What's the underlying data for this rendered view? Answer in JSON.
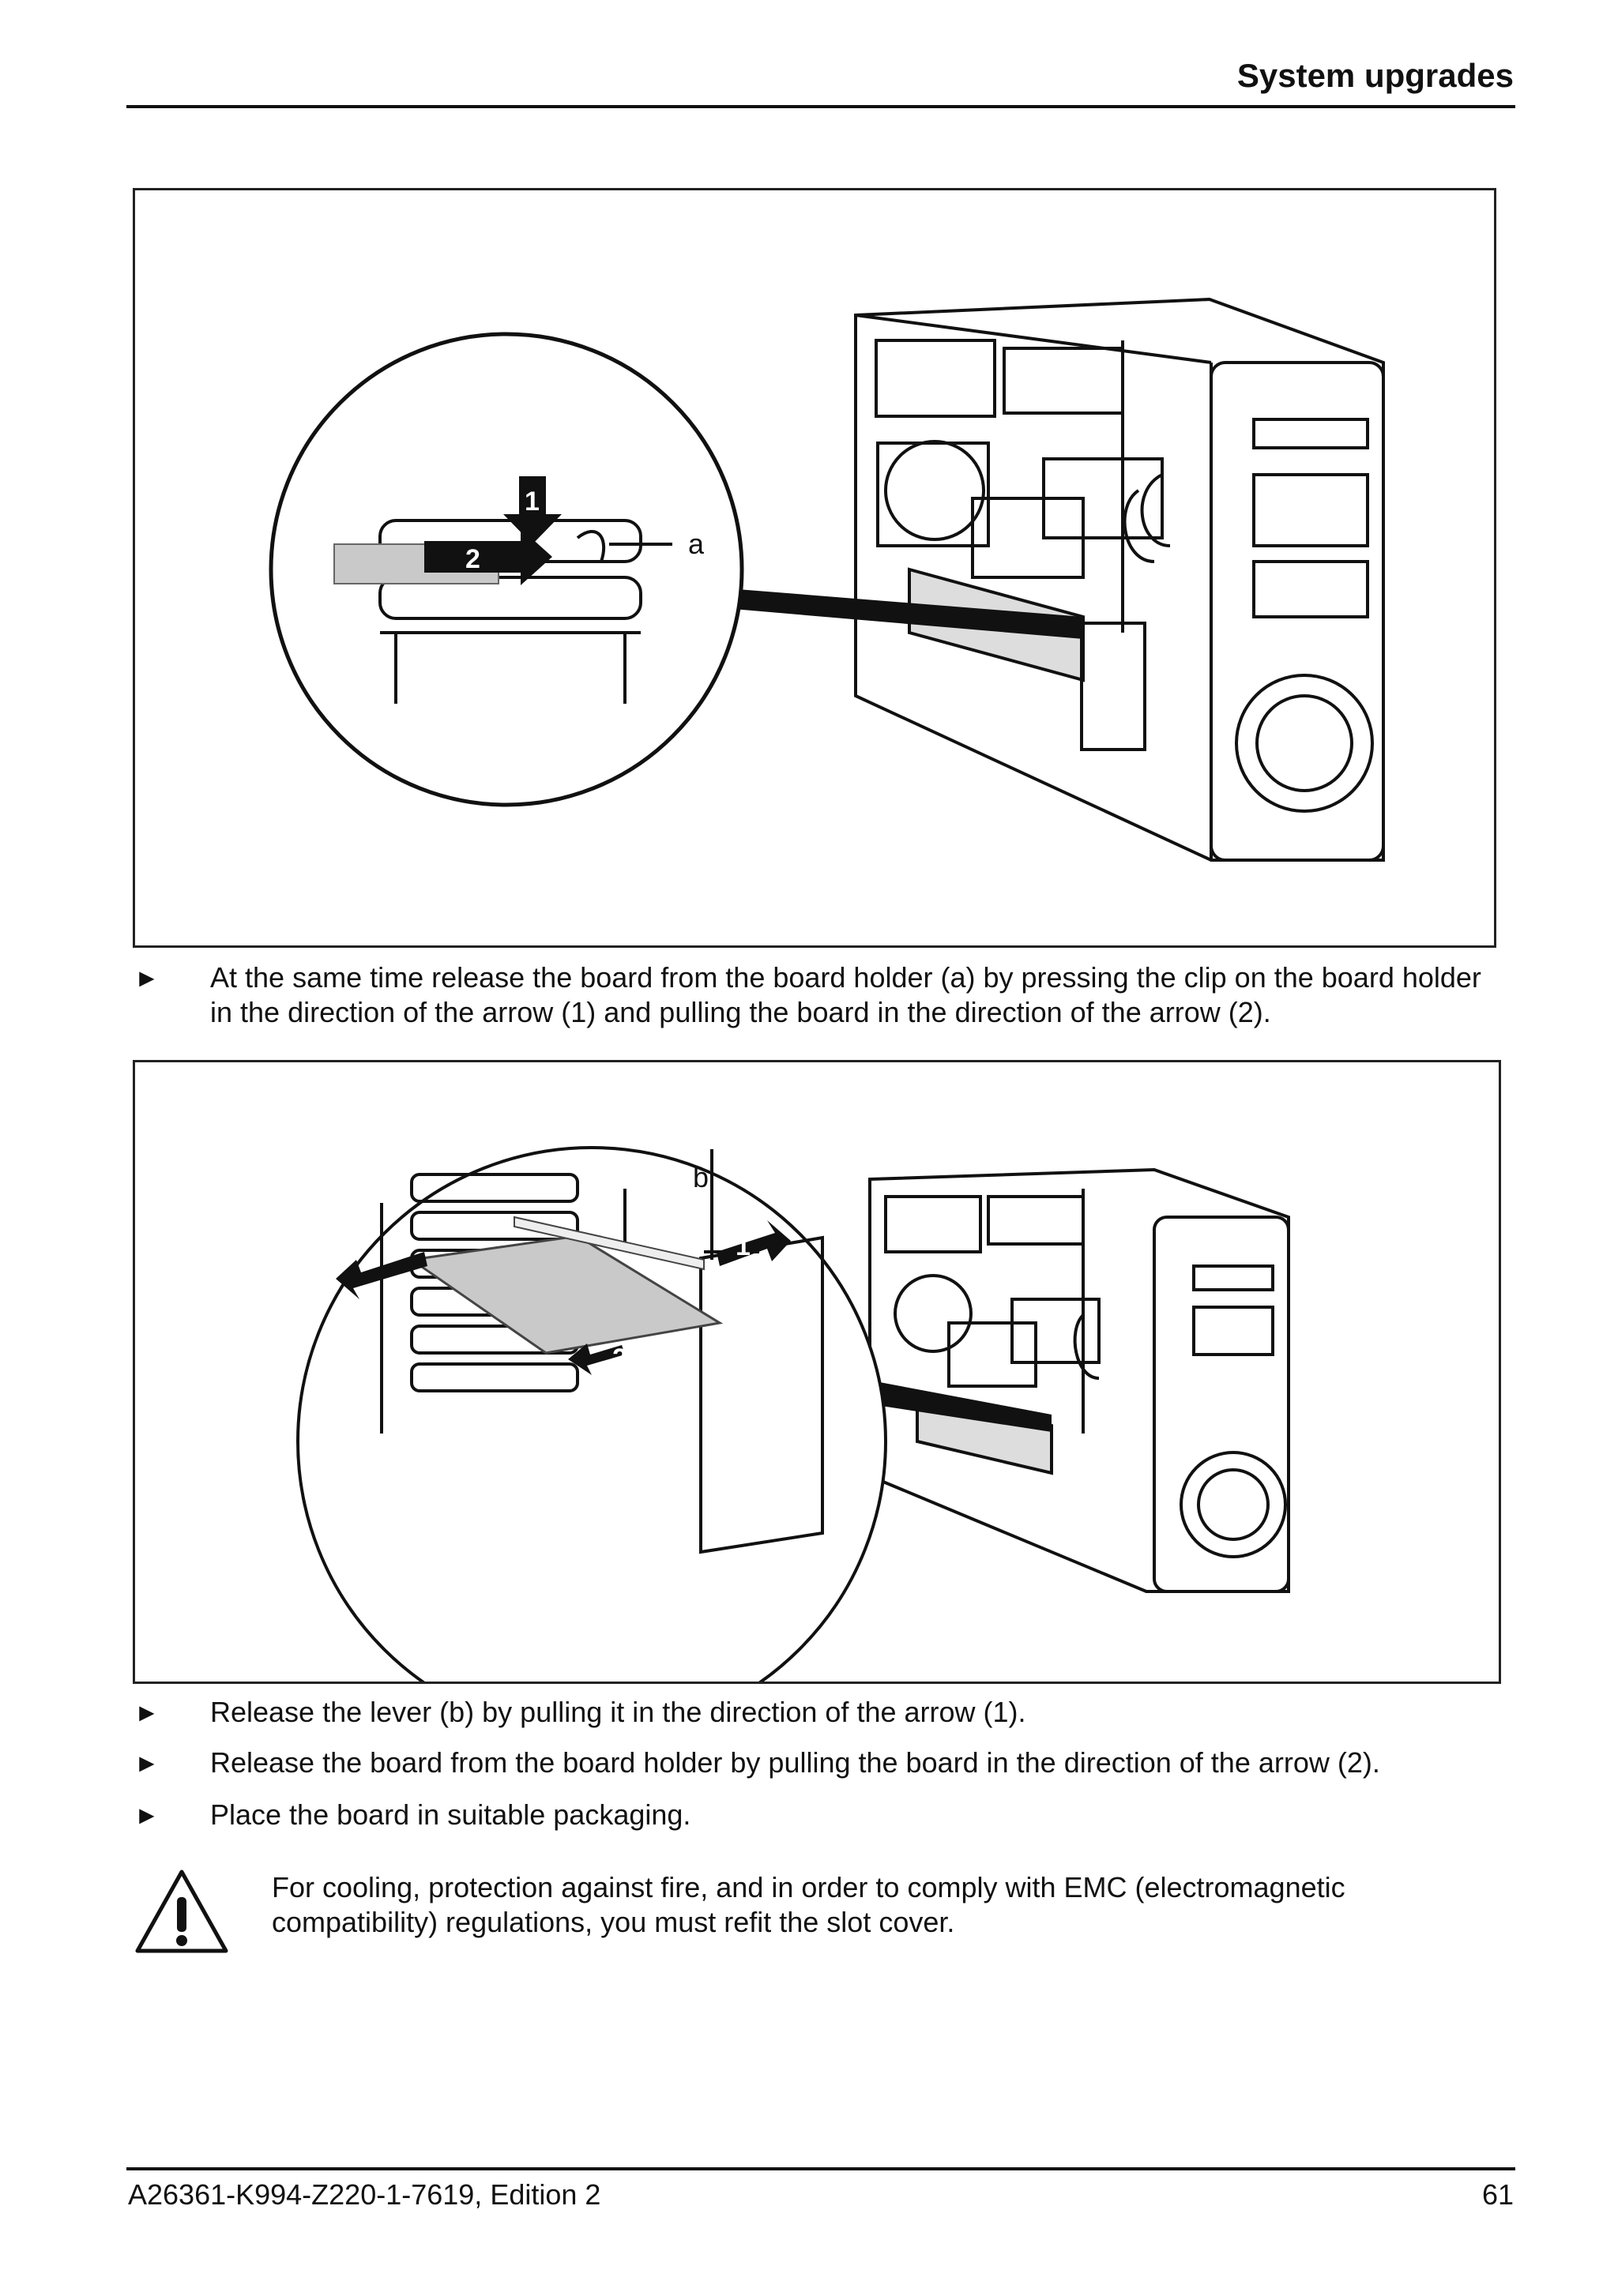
{
  "header": {
    "title": "System upgrades"
  },
  "figure1": {
    "label_a": "a",
    "arrow1": "1",
    "arrow2": "2"
  },
  "figure2": {
    "label_b": "b",
    "arrow1": "1",
    "arrow2": "2"
  },
  "steps": [
    {
      "bullet": "►",
      "text": "At the same time release the board from the board holder (a) by pressing the clip on the board holder in the direction of the arrow (1) and pulling the board in the direction of the arrow (2)."
    },
    {
      "bullet": "►",
      "text": "Release the lever (b) by pulling it in the direction of the arrow (1)."
    },
    {
      "bullet": "►",
      "text": "Release the board from the board holder by pulling the board in the direction of the arrow (2)."
    },
    {
      "bullet": "►",
      "text": "Place the board in suitable packaging."
    }
  ],
  "warning": {
    "icon": "warning-triangle-icon",
    "text": "For cooling, protection against fire, and in order to comply with EMC (electromagnetic compatibility) regulations, you must refit the slot cover."
  },
  "footer": {
    "doc_id": "A26361-K994-Z220-1-7619, Edition 2",
    "page_number": "61"
  }
}
